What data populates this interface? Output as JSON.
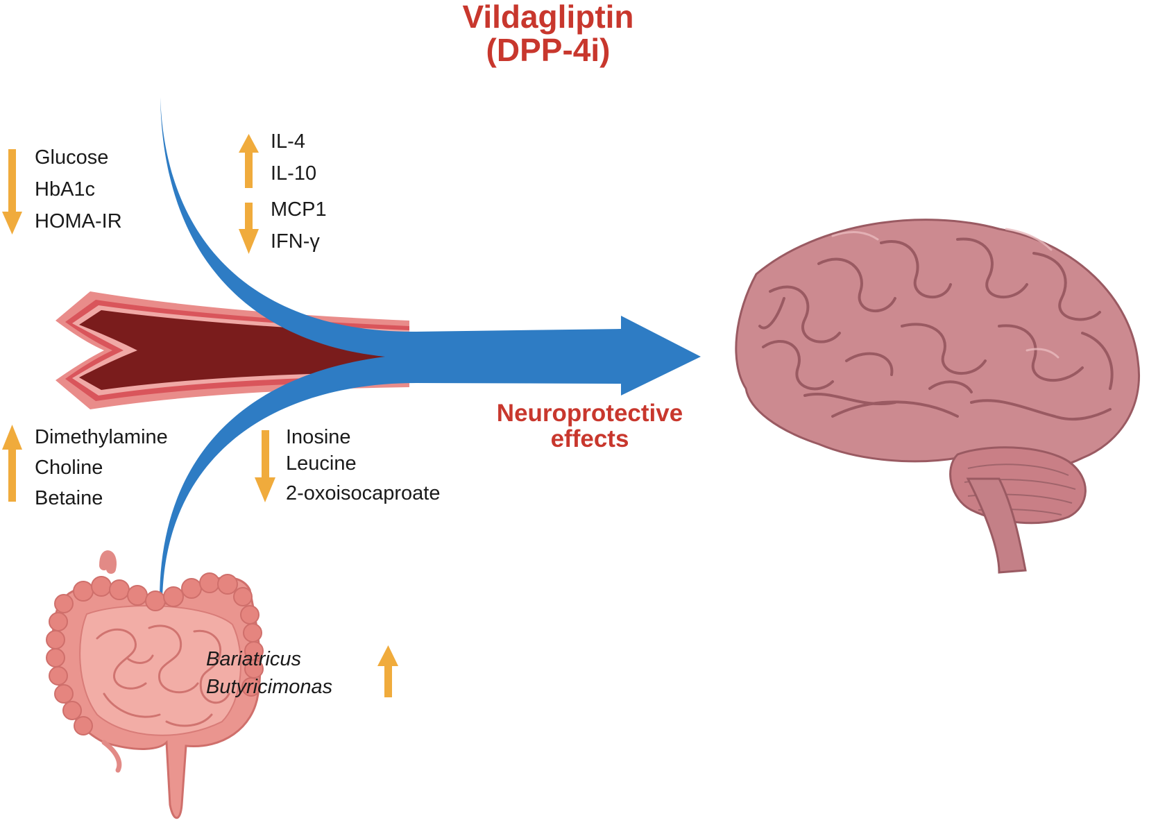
{
  "title": {
    "line1": "Vildagliptin",
    "line2": "(DPP-4i)"
  },
  "outcome": {
    "line1": "Neuroprotective",
    "line2": "effects"
  },
  "groups": {
    "glycemic": {
      "direction": "down",
      "items": [
        "Glucose",
        "HbA1c",
        "HOMA-IR"
      ]
    },
    "cytokines_up": {
      "direction": "up",
      "items": [
        "IL-4",
        "IL-10"
      ]
    },
    "cytokines_down": {
      "direction": "down",
      "items": [
        "MCP1",
        "IFN-γ"
      ]
    },
    "metabolites_up": {
      "direction": "up",
      "items": [
        "Dimethylamine",
        "Choline",
        "Betaine"
      ]
    },
    "metabolites_down": {
      "direction": "down",
      "items": [
        "Inosine",
        "Leucine",
        "2-oxoisocaproate"
      ]
    },
    "microbiota_up": {
      "direction": "up",
      "items": [
        "Bariatricus",
        "Butyricimonas"
      ]
    }
  },
  "icons": {
    "flow_arrow": "blue-curved-arrow",
    "vessel": "blood-vessel-icon",
    "brain": "brain-icon",
    "gut": "intestine-icon",
    "change_arrow": "orange-arrow-icon"
  },
  "colors": {
    "arrow_blue": "#2e7cc4",
    "change_orange": "#f0ab3c",
    "title_red": "#c8372d",
    "brain_pink": "#cc8a90",
    "gut_pink": "#e99a95",
    "vessel_lumen": "#7a1c1c"
  }
}
